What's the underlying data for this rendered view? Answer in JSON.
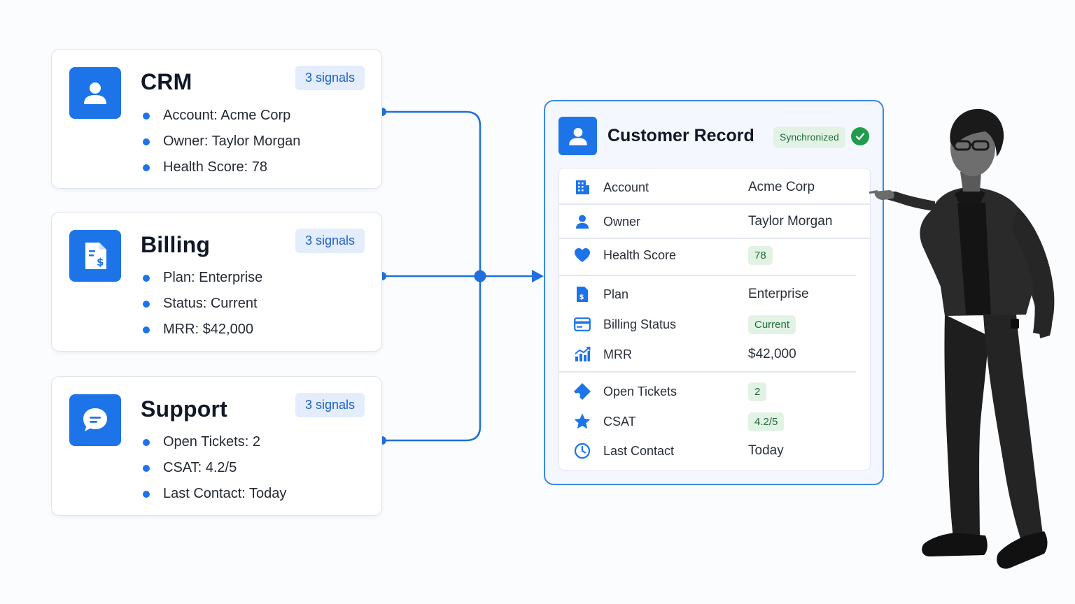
{
  "sources": [
    {
      "title": "CRM",
      "signals": "3 signals",
      "icon": "user-icon",
      "items": [
        "Account: Acme Corp",
        "Owner: Taylor Morgan",
        "Health Score: 78"
      ]
    },
    {
      "title": "Billing",
      "signals": "3 signals",
      "icon": "invoice-dollar-icon",
      "items": [
        "Plan: Enterprise",
        "Status: Current",
        "MRR: $42,000"
      ]
    },
    {
      "title": "Support",
      "signals": "3 signals",
      "icon": "chat-bubble-icon",
      "items": [
        "Open Tickets: 2",
        "CSAT: 4.2/5",
        "Last Contact: Today"
      ]
    }
  ],
  "record": {
    "title": "Customer Record",
    "status": "Synchronized",
    "rows": [
      {
        "icon": "building-icon",
        "label": "Account",
        "value": "Acme Corp",
        "pill": false
      },
      {
        "icon": "user-icon",
        "label": "Owner",
        "value": "Taylor Morgan",
        "pill": false
      },
      {
        "icon": "heart-icon",
        "label": "Health Score",
        "value": "78",
        "pill": true
      },
      {
        "icon": "invoice-dollar-icon",
        "label": "Plan",
        "value": "Enterprise",
        "pill": false
      },
      {
        "icon": "credit-card-icon",
        "label": "Billing Status",
        "value": "Current",
        "pill": true
      },
      {
        "icon": "bar-chart-icon",
        "label": "MRR",
        "value": "$42,000",
        "pill": false
      },
      {
        "icon": "ticket-icon",
        "label": "Open Tickets",
        "value": "2",
        "pill": true
      },
      {
        "icon": "star-icon",
        "label": "CSAT",
        "value": "4.2/5",
        "pill": true
      },
      {
        "icon": "clock-icon",
        "label": "Last Contact",
        "value": "Today",
        "pill": false
      }
    ]
  },
  "colors": {
    "accent": "#1c74e8",
    "connector": "#1f6fdc",
    "badge_bg": "#e3edfc",
    "success": "#1f9d4a",
    "success_bg": "#e2f3e6"
  }
}
